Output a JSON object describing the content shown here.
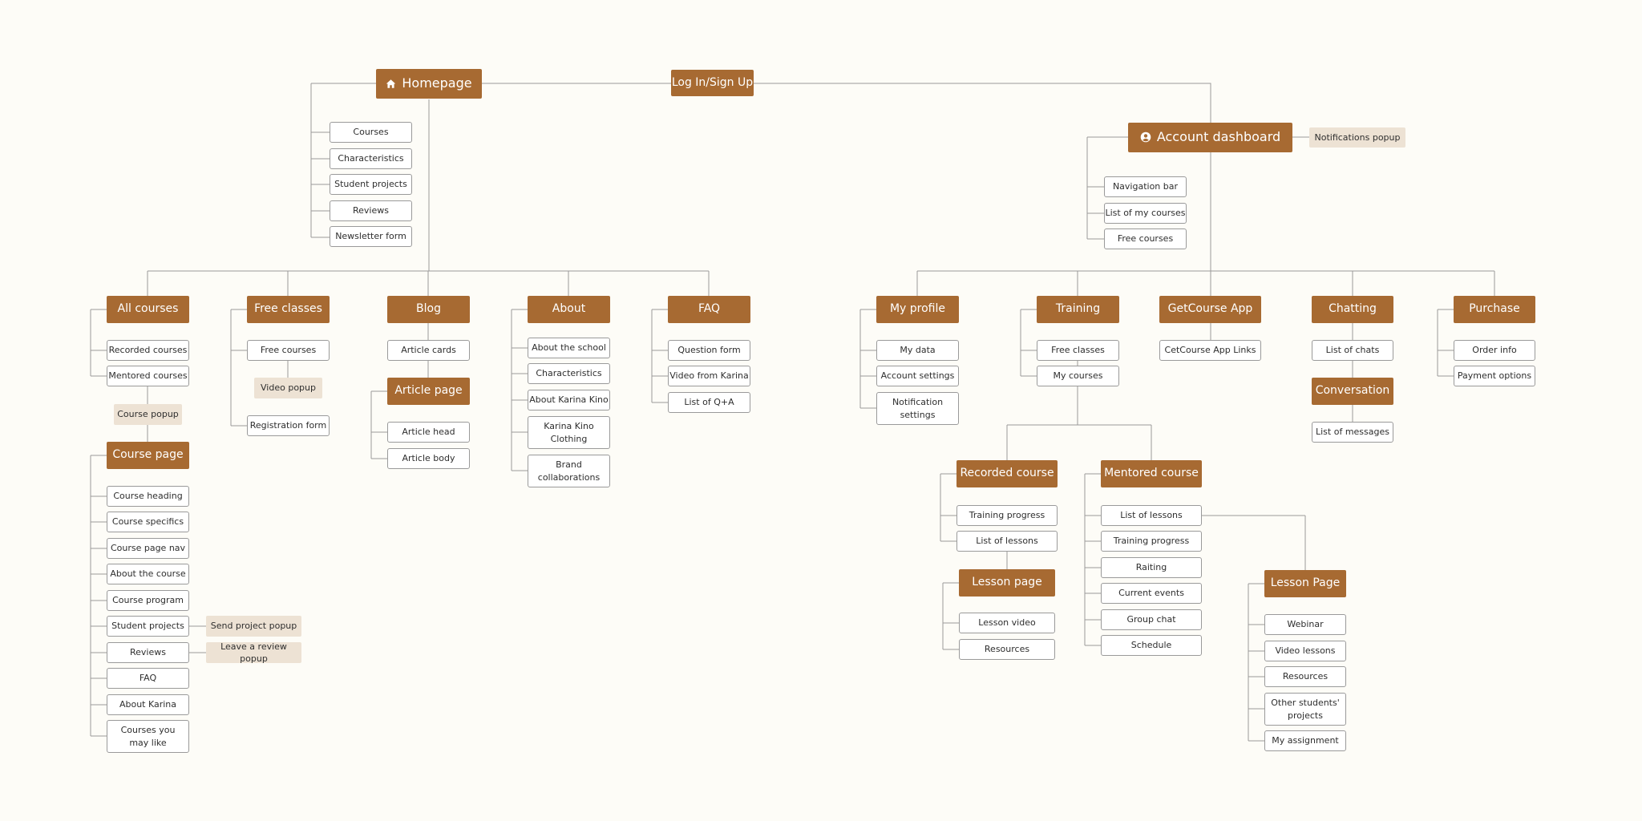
{
  "colors": {
    "primary": "#a76a32",
    "popup": "#ede2d4",
    "line": "#9a9a9a",
    "background": "#fdfcf7"
  },
  "nodes": {
    "homepage": {
      "label": "Homepage",
      "kind": "primary",
      "icon": "home-icon"
    },
    "login": {
      "label": "Log In/Sign Up",
      "kind": "primary"
    },
    "account_dashboard": {
      "label": "Account dashboard",
      "kind": "primary",
      "icon": "user-circle-icon"
    },
    "notifications_popup": {
      "label": "Notifications popup",
      "kind": "popup"
    },
    "hp_courses": {
      "label": "Courses",
      "kind": "page"
    },
    "hp_characteristics": {
      "label": "Characteristics",
      "kind": "page"
    },
    "hp_student_projects": {
      "label": "Student projects",
      "kind": "page"
    },
    "hp_reviews": {
      "label": "Reviews",
      "kind": "page"
    },
    "hp_newsletter": {
      "label": "Newsletter form",
      "kind": "page"
    },
    "all_courses": {
      "label": "All courses",
      "kind": "primary"
    },
    "ac_recorded": {
      "label": "Recorded courses",
      "kind": "page"
    },
    "ac_mentored": {
      "label": "Mentored courses",
      "kind": "page"
    },
    "course_popup": {
      "label": "Course popup",
      "kind": "popup"
    },
    "course_page": {
      "label": "Course page",
      "kind": "primary"
    },
    "cp_heading": {
      "label": "Course heading",
      "kind": "page"
    },
    "cp_specifics": {
      "label": "Course specifics",
      "kind": "page"
    },
    "cp_nav": {
      "label": "Course page nav",
      "kind": "page"
    },
    "cp_about": {
      "label": "About the course",
      "kind": "page"
    },
    "cp_program": {
      "label": "Course program",
      "kind": "page"
    },
    "cp_student_projects": {
      "label": "Student projects",
      "kind": "page"
    },
    "cp_reviews": {
      "label": "Reviews",
      "kind": "page"
    },
    "cp_faq": {
      "label": "FAQ",
      "kind": "page"
    },
    "cp_about_karina": {
      "label": "About Karina",
      "kind": "page"
    },
    "cp_may_like": {
      "label": "Courses you\nmay like",
      "kind": "page"
    },
    "send_project_popup": {
      "label": "Send project popup",
      "kind": "popup"
    },
    "leave_review_popup": {
      "label": "Leave a review popup",
      "kind": "popup"
    },
    "free_classes": {
      "label": "Free classes",
      "kind": "primary"
    },
    "fc_free_courses": {
      "label": "Free courses",
      "kind": "page"
    },
    "video_popup": {
      "label": "Video popup",
      "kind": "popup"
    },
    "fc_registration": {
      "label": "Registration form",
      "kind": "page"
    },
    "blog": {
      "label": "Blog",
      "kind": "primary"
    },
    "article_cards": {
      "label": "Article cards",
      "kind": "page"
    },
    "article_page": {
      "label": "Article page",
      "kind": "primary"
    },
    "article_head": {
      "label": "Article head",
      "kind": "page"
    },
    "article_body": {
      "label": "Article body",
      "kind": "page"
    },
    "about": {
      "label": "About",
      "kind": "primary"
    },
    "ab_school": {
      "label": "About the school",
      "kind": "page"
    },
    "ab_characteristics": {
      "label": "Characteristics",
      "kind": "page"
    },
    "ab_karina": {
      "label": "About Karina Kino",
      "kind": "page"
    },
    "ab_clothing": {
      "label": "Karina Kino\nClothing",
      "kind": "page"
    },
    "ab_brand": {
      "label": "Brand\ncollaborations",
      "kind": "page"
    },
    "faq": {
      "label": "FAQ",
      "kind": "primary"
    },
    "faq_question": {
      "label": "Question form",
      "kind": "page"
    },
    "faq_video": {
      "label": "Video from Karina",
      "kind": "page"
    },
    "faq_qa": {
      "label": "List of Q+A",
      "kind": "page"
    },
    "ad_navbar": {
      "label": "Navigation bar",
      "kind": "page"
    },
    "ad_my_courses": {
      "label": "List of my courses",
      "kind": "page"
    },
    "ad_free_courses": {
      "label": "Free courses",
      "kind": "page"
    },
    "my_profile": {
      "label": "My profile",
      "kind": "primary"
    },
    "mp_data": {
      "label": "My data",
      "kind": "page"
    },
    "mp_account": {
      "label": "Account settings",
      "kind": "page"
    },
    "mp_notif": {
      "label": "Notification\nsettings",
      "kind": "page"
    },
    "training": {
      "label": "Training",
      "kind": "primary"
    },
    "tr_free_classes": {
      "label": "Free classes",
      "kind": "page"
    },
    "tr_my_courses": {
      "label": "My courses",
      "kind": "page"
    },
    "recorded_course": {
      "label": "Recorded course",
      "kind": "primary"
    },
    "rc_progress": {
      "label": "Training progress",
      "kind": "page"
    },
    "rc_lessons": {
      "label": "List of lessons",
      "kind": "page"
    },
    "lesson_page_rc": {
      "label": "Lesson page",
      "kind": "primary"
    },
    "lp_video": {
      "label": "Lesson video",
      "kind": "page"
    },
    "lp_resources": {
      "label": "Resources",
      "kind": "page"
    },
    "mentored_course": {
      "label": "Mentored course",
      "kind": "primary"
    },
    "mc_lessons": {
      "label": "List of lessons",
      "kind": "page"
    },
    "mc_progress": {
      "label": "Training progress",
      "kind": "page"
    },
    "mc_raiting": {
      "label": "Raiting",
      "kind": "page"
    },
    "mc_events": {
      "label": "Current events",
      "kind": "page"
    },
    "mc_group_chat": {
      "label": "Group chat",
      "kind": "page"
    },
    "mc_schedule": {
      "label": "Schedule",
      "kind": "page"
    },
    "lesson_page_mc": {
      "label": "Lesson Page",
      "kind": "primary"
    },
    "lm_webinar": {
      "label": "Webinar",
      "kind": "page"
    },
    "lm_video_lessons": {
      "label": "Video lessons",
      "kind": "page"
    },
    "lm_resources": {
      "label": "Resources",
      "kind": "page"
    },
    "lm_other_projects": {
      "label": "Other students'\nprojects",
      "kind": "page"
    },
    "lm_assignment": {
      "label": "My assignment",
      "kind": "page"
    },
    "getcourse_app": {
      "label": "GetCourse App",
      "kind": "primary"
    },
    "gc_links": {
      "label": "CetCourse App Links",
      "kind": "page"
    },
    "chatting": {
      "label": "Chatting",
      "kind": "primary"
    },
    "ch_list": {
      "label": "List of chats",
      "kind": "page"
    },
    "conversation": {
      "label": "Conversation",
      "kind": "primary"
    },
    "ch_messages": {
      "label": "List of messages",
      "kind": "page"
    },
    "purchase": {
      "label": "Purchase",
      "kind": "primary"
    },
    "pu_order": {
      "label": "Order info",
      "kind": "page"
    },
    "pu_payment": {
      "label": "Payment options",
      "kind": "page"
    }
  }
}
